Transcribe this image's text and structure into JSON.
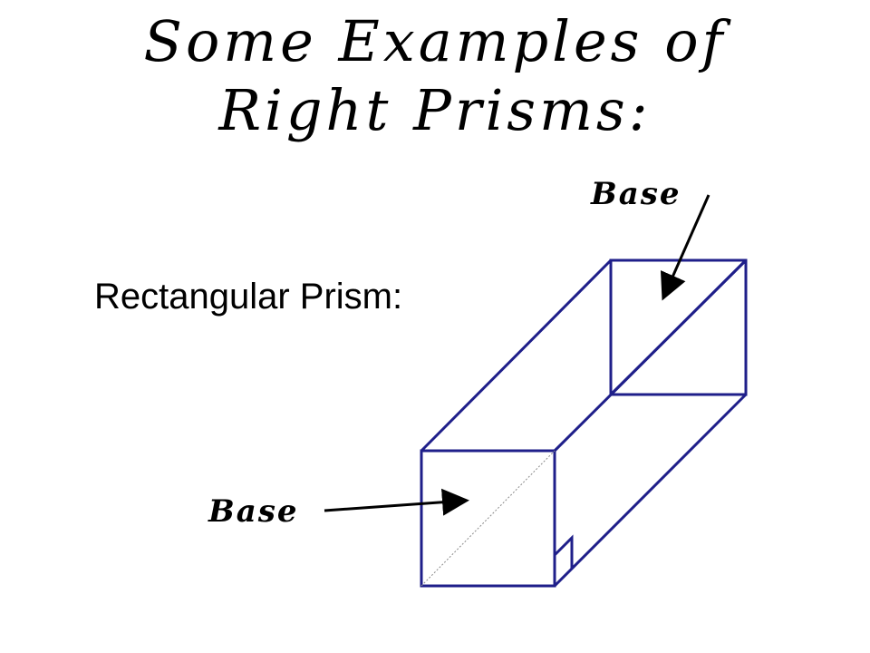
{
  "slide": {
    "title_line1": "Some Examples of",
    "title_line2": "Right Prisms:",
    "subtitle": "Rectangular Prism:",
    "labels": {
      "top_base": "Base",
      "bottom_base": "Base"
    }
  },
  "colors": {
    "prism_edges": "#1f1f8a",
    "text": "#000000",
    "arrow": "#000000",
    "background": "#ffffff"
  }
}
